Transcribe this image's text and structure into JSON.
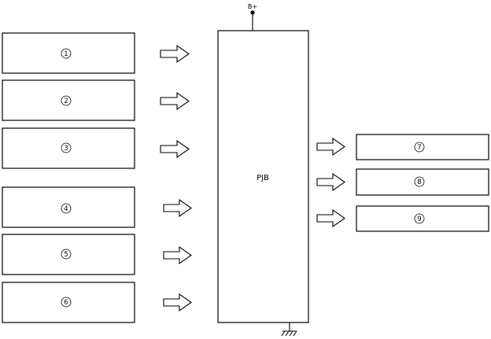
{
  "pjb_label": "PJB",
  "supply_label": "B+",
  "inputs": [
    "1",
    "2",
    "3",
    "4",
    "5",
    "6"
  ],
  "outputs": [
    "7",
    "8",
    "9"
  ]
}
